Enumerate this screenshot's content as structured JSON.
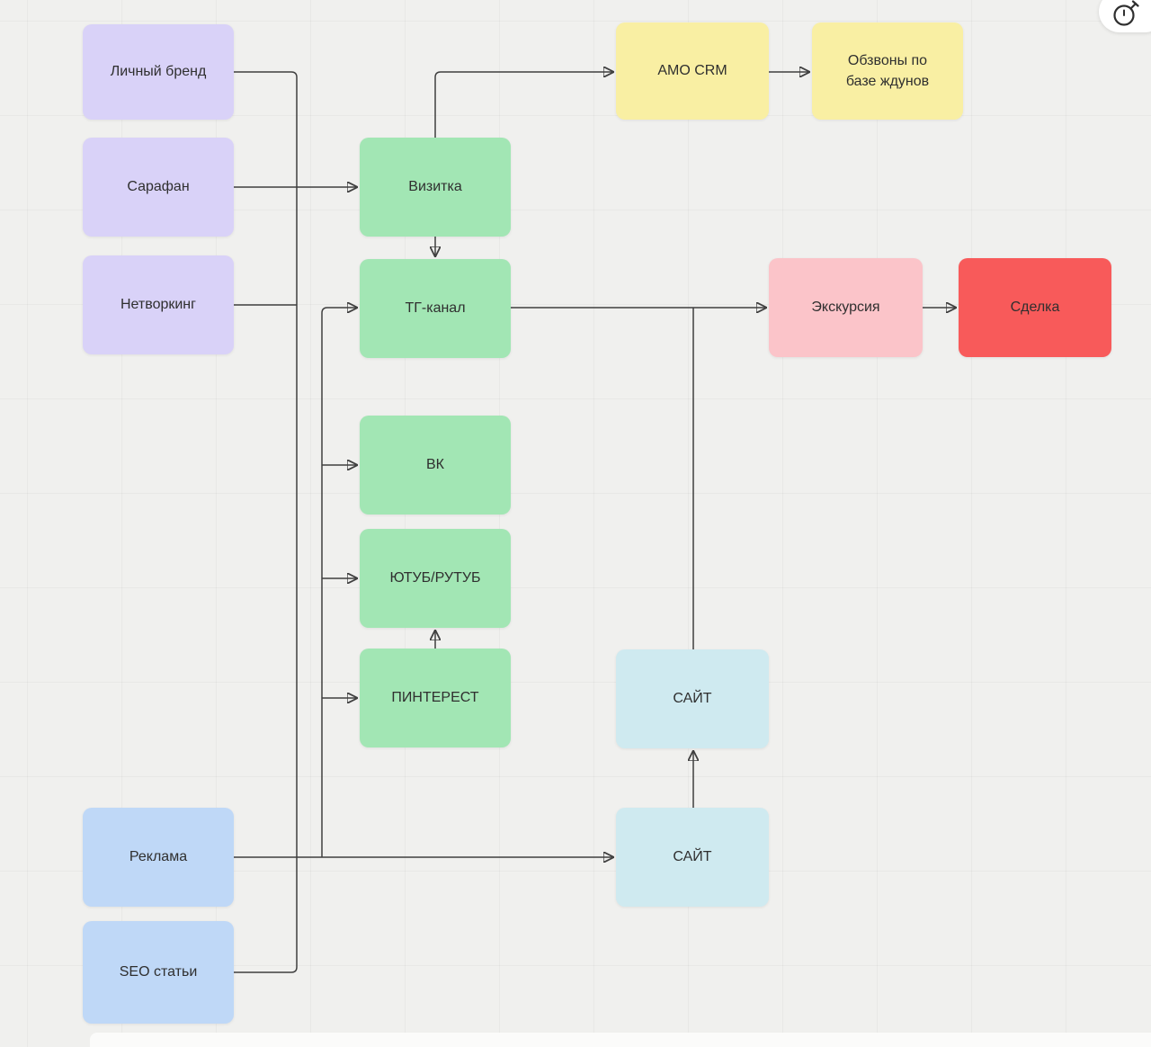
{
  "board": {
    "background": "#f0f0ee",
    "grid_line": "#e6e6e4",
    "connector_color": "#3f3f3f",
    "text_color": "#2f2f2f"
  },
  "palette": {
    "purple": "#d9d2f8",
    "blue": "#bfd8f7",
    "green": "#a2e6b4",
    "yellow": "#f9efa3",
    "pink": "#fbc4c9",
    "red": "#f85a5a",
    "cyan": "#cfeaf0"
  },
  "nodes": {
    "personal_brand": {
      "label": "Личный бренд"
    },
    "sarafan": {
      "label": "Сарафан"
    },
    "networking": {
      "label": "Нетворкинг"
    },
    "reklama": {
      "label": "Реклама"
    },
    "seo_articles": {
      "label": "SEO статьи"
    },
    "vizitka": {
      "label": "Визитка"
    },
    "tg_channel": {
      "label": "ТГ-канал"
    },
    "vk": {
      "label": "ВК"
    },
    "youtube_rutube": {
      "label": "ЮТУБ/РУТУБ"
    },
    "pinterest": {
      "label": "ПИНТЕРЕСТ"
    },
    "amo_crm": {
      "label": "АМО CRM"
    },
    "obzvony": {
      "label": "Обзвоны по базе ждунов"
    },
    "excursion": {
      "label": "Экскурсия"
    },
    "sdelka": {
      "label": "Сделка"
    },
    "site_upper": {
      "label": "САЙТ"
    },
    "site_lower": {
      "label": "САЙТ"
    }
  },
  "edges": [
    {
      "from": "personal_brand",
      "to": "merge-trunk"
    },
    {
      "from": "networking",
      "to": "merge-trunk"
    },
    {
      "from": "seo_articles",
      "to": "merge-trunk"
    },
    {
      "from": "sarafan",
      "to": "vizitka"
    },
    {
      "from": "reklama",
      "to": "site_lower"
    },
    {
      "from": "channels-trunk",
      "to": "tg_channel"
    },
    {
      "from": "channels-trunk",
      "to": "vk"
    },
    {
      "from": "channels-trunk",
      "to": "youtube_rutube"
    },
    {
      "from": "channels-trunk",
      "to": "pinterest"
    },
    {
      "from": "vizitka",
      "to": "amo_crm"
    },
    {
      "from": "amo_crm",
      "to": "obzvony"
    },
    {
      "from": "vizitka",
      "to": "tg_channel"
    },
    {
      "from": "tg_channel",
      "to": "excursion"
    },
    {
      "from": "site_upper",
      "to": "excursion"
    },
    {
      "from": "site_lower",
      "to": "site_upper"
    },
    {
      "from": "pinterest",
      "to": "youtube_rutube"
    },
    {
      "from": "excursion",
      "to": "sdelka"
    }
  ],
  "overlay": {
    "reaction_button_icon": "stopwatch-icon"
  }
}
